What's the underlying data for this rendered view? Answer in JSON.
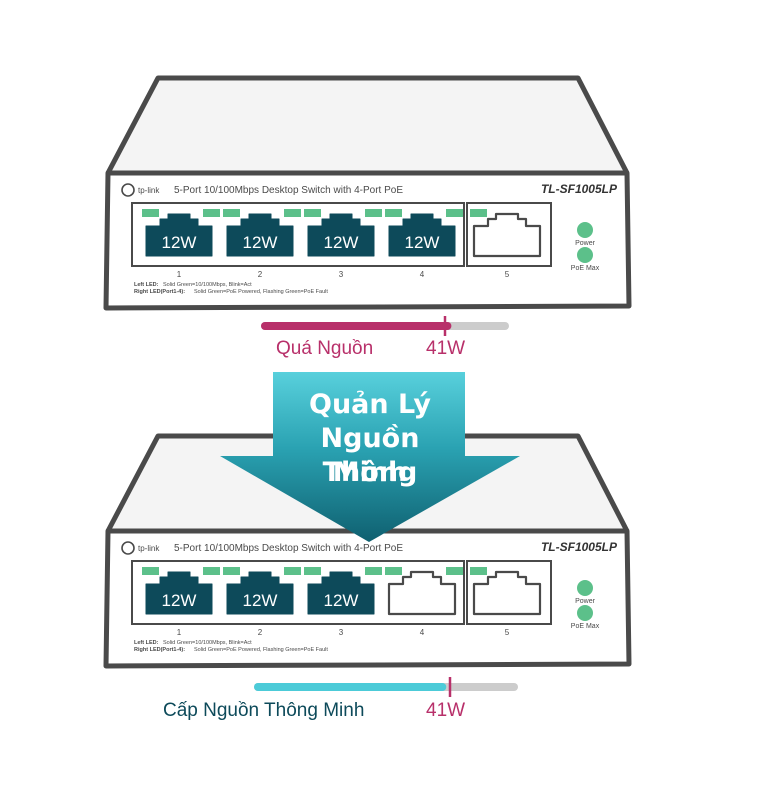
{
  "colors": {
    "outline": "#4a4a4a",
    "port_fill": "#0d4a5a",
    "led_green": "#5cc08a",
    "overload": "#b8306a",
    "smart": "#4ccbd8",
    "bar_bg": "#cccccc",
    "arrow_dark": "#0f6070",
    "arrow_light": "#58d0dc",
    "smart_label": "#0d4a5a"
  },
  "switch": {
    "brand": "tp-link",
    "description": "5-Port 10/100Mbps Desktop Switch with 4-Port PoE",
    "model": "TL-SF1005LP",
    "port_numbers": [
      "1",
      "2",
      "3",
      "4",
      "5"
    ],
    "led_power": "Power",
    "led_poe_max": "PoE Max",
    "legend_left_title": "Left LED:",
    "legend_left_text": "Solid Green=10/100Mbps, Blink=Act",
    "legend_right_title": "Right LED(Port1-4):",
    "legend_right_text": "Solid Green=PoE Powered, Flashing Green=PoE Fault"
  },
  "top_panel": {
    "port_labels": [
      "12W",
      "12W",
      "12W",
      "12W"
    ],
    "bar_fill": 0.76,
    "bar_label": "Quá Nguồn",
    "bar_value": "41W"
  },
  "arrow": {
    "line1": "Quản Lý",
    "line2": "Nguồn Thông",
    "line3": "Minh"
  },
  "bottom_panel": {
    "port_labels": [
      "12W",
      "12W",
      "12W"
    ],
    "bar_fill": 0.72,
    "bar_label": "Cấp Nguồn Thông Minh",
    "bar_value": "41W"
  }
}
